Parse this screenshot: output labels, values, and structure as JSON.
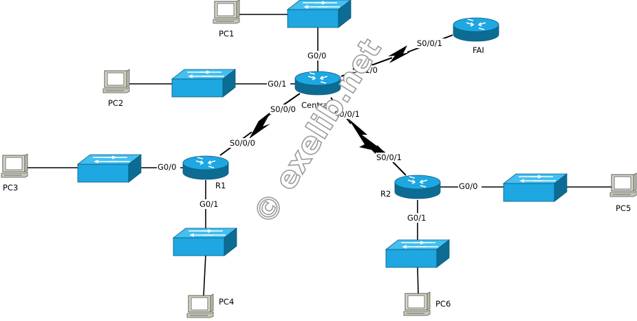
{
  "devices": {
    "pc1": "PC1",
    "pc2": "PC2",
    "pc3": "PC3",
    "pc4": "PC4",
    "pc5": "PC5",
    "pc6": "PC6",
    "central": "Central",
    "fai": "FAI",
    "r1": "R1",
    "r2": "R2"
  },
  "interfaces": {
    "central_g00": "G0/0",
    "central_g01": "G0/1",
    "central_s010": "S0/1/0",
    "fai_s001": "S0/0/1",
    "central_s000": "S0/0/0",
    "r1_s000": "S0/0/0",
    "central_s001": "S0/0/1",
    "r2_s001": "S0/0/1",
    "r1_g00": "G0/0",
    "r1_g01": "G0/1",
    "r2_g00": "G0/0",
    "r2_g01": "G0/1"
  },
  "watermark": "© exelib.net",
  "colors": {
    "device_blue": "#1ea7e1",
    "device_dark": "#0d6c93",
    "serial_link": "#000000"
  }
}
